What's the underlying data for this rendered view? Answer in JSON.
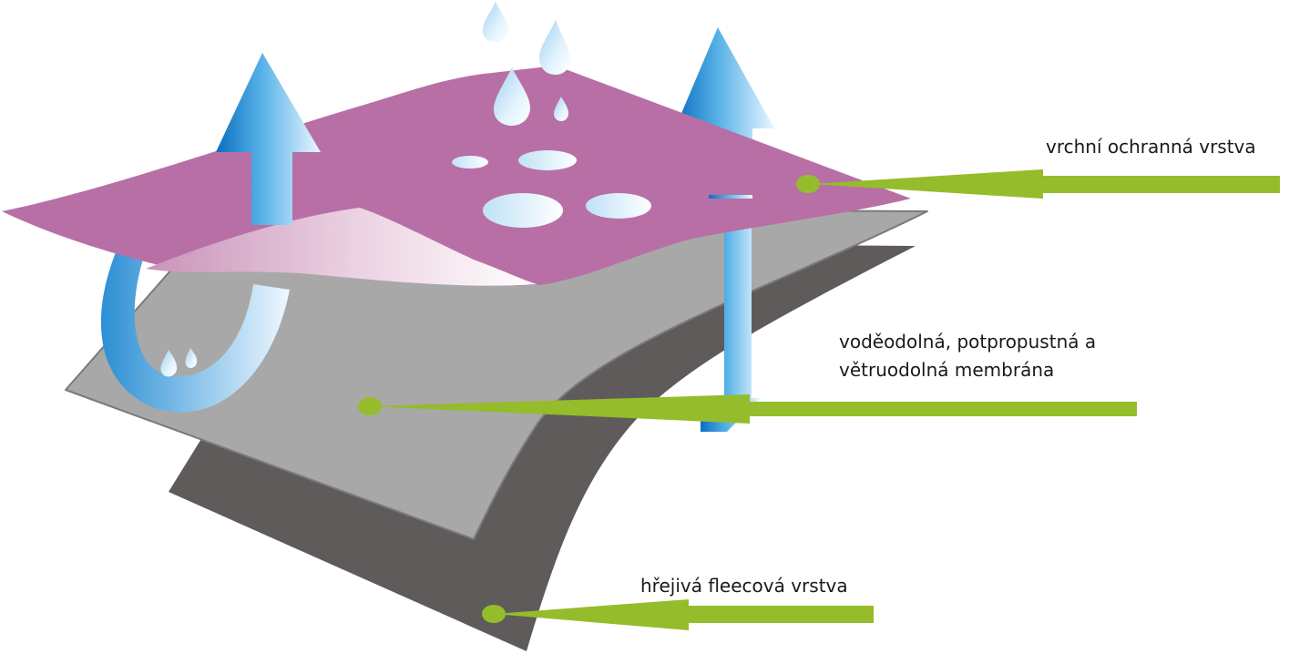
{
  "labels": {
    "top": "vrchní ochranná vrstva",
    "middle_line1": "voděodolná, potpropustná a",
    "middle_line2": "větruodolná membrána",
    "bottom": "hřejivá fleecová vrstva"
  },
  "colors": {
    "outer_layer": "#b86fa6",
    "membrane_layer": "#a8a8a8",
    "fleece_layer": "#5f5b5b",
    "pointer": "#95bc2a",
    "arrow_blue": "#3a9bd6"
  }
}
